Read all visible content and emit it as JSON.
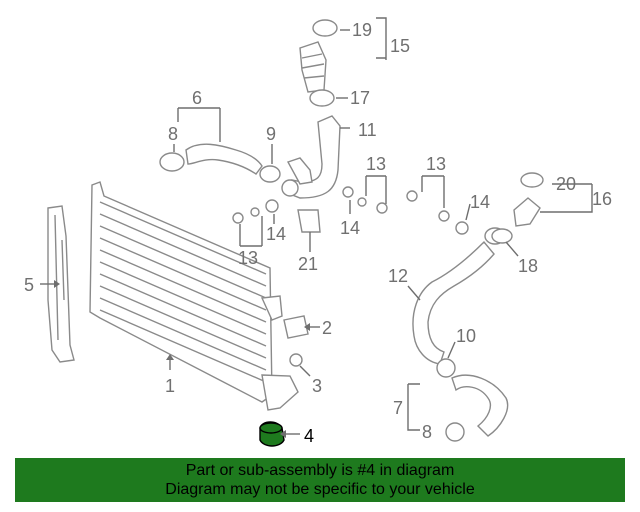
{
  "callouts": {
    "c1": "1",
    "c2": "2",
    "c3": "3",
    "c4": "4",
    "c5": "5",
    "c6": "6",
    "c7": "7",
    "c8a": "8",
    "c8b": "8",
    "c9": "9",
    "c10": "10",
    "c11": "11",
    "c12": "12",
    "c13a": "13",
    "c13b": "13",
    "c13c": "13",
    "c14a": "14",
    "c14b": "14",
    "c14c": "14",
    "c15": "15",
    "c16": "16",
    "c17": "17",
    "c18": "18",
    "c19": "19",
    "c20": "20",
    "c21": "21"
  },
  "highlight": {
    "part_number": "4",
    "color": "#1e7a1e"
  },
  "banner": {
    "line1": "Part or sub-assembly is #4 in diagram",
    "line2": "Diagram may not be specific to your vehicle",
    "color": "#1e7a1e"
  }
}
